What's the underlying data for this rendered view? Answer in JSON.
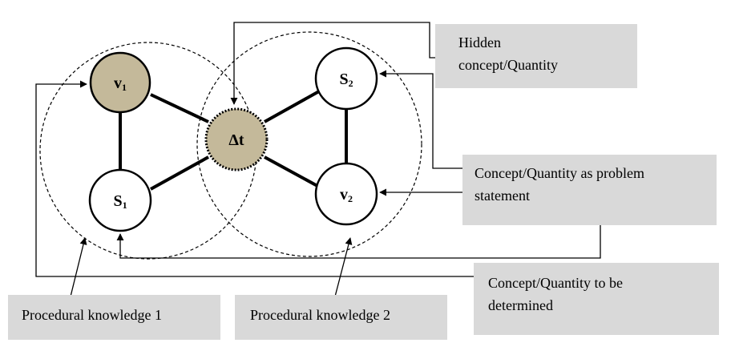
{
  "nodes": {
    "v1": {
      "main": "v",
      "sub": "1",
      "fill": "#c4b99a"
    },
    "s1": {
      "main": "S",
      "sub": "1",
      "fill": "#ffffff"
    },
    "dt": {
      "main": "Δt",
      "fill": "#c4b99a"
    },
    "s2": {
      "main": "S",
      "sub": "2",
      "fill": "#ffffff"
    },
    "v2": {
      "main": "v",
      "sub": "2",
      "fill": "#ffffff"
    }
  },
  "labels": {
    "hidden": [
      "Hidden",
      "concept/Quantity"
    ],
    "problem": [
      "Concept/Quantity as problem",
      "statement"
    ],
    "determined": [
      "Concept/Quantity to be",
      "determined"
    ],
    "pk1": "Procedural knowledge 1",
    "pk2": "Procedural knowledge 2"
  },
  "colors": {
    "box": "#d9d9d9",
    "line": "#000000"
  }
}
